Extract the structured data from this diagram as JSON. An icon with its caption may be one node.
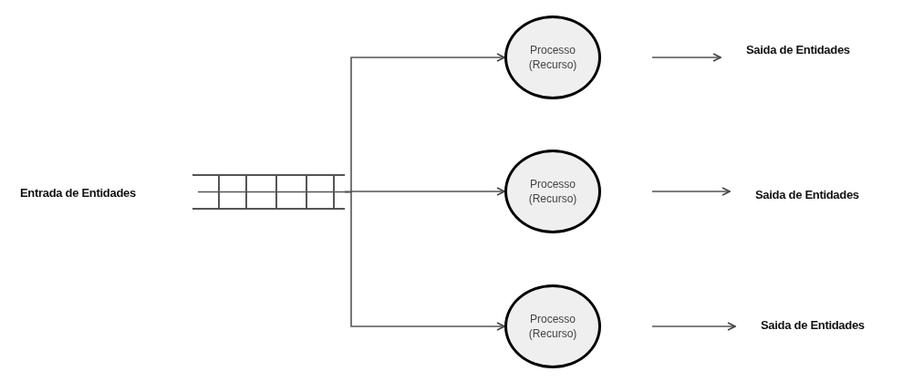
{
  "diagram": {
    "nodes": [
      {
        "text": [
          "Entrada de Entidades"
        ]
      },
      {
        "text": [],
        "shape": "queue"
      },
      {
        "text": [
          "Processo (Recurso)"
        ]
      },
      {
        "text": [
          "Saida de Entidades"
        ]
      },
      {
        "text": [
          "Processo (Recurso)"
        ]
      },
      {
        "text": [
          "Saida de Entidades"
        ]
      },
      {
        "text": [
          "Processo (Recurso)"
        ]
      },
      {
        "text": [
          "Saida de Entidades"
        ]
      }
    ],
    "edges": [
      {
        "from": 1,
        "to": 2,
        "arrow": "to"
      },
      {
        "from": 1,
        "to": 4,
        "arrow": "to"
      },
      {
        "from": 1,
        "to": 6,
        "arrow": "to"
      },
      {
        "from": 2,
        "to": 3,
        "arrow": "to"
      },
      {
        "from": 4,
        "to": 5,
        "arrow": "to"
      },
      {
        "from": 6,
        "to": 7,
        "arrow": "to"
      }
    ]
  }
}
